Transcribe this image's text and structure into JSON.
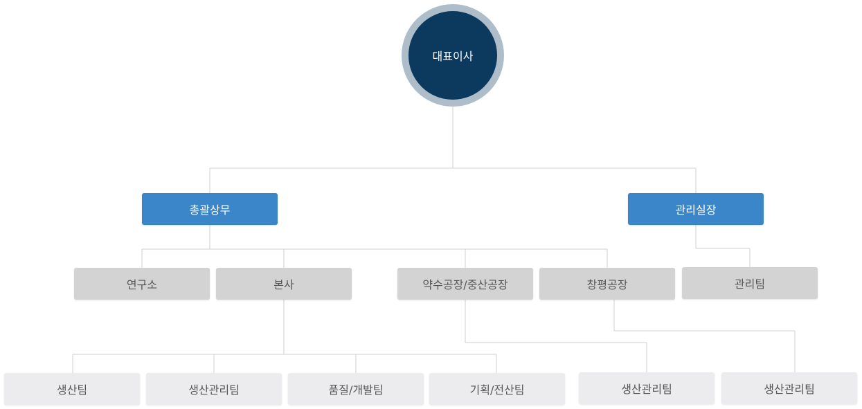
{
  "chart": {
    "root": "대표이사",
    "level1": {
      "general": "총괄상무",
      "management": "관리실장"
    },
    "level2": {
      "lab": "연구소",
      "hq": "본사",
      "yaksu": "약수공장/중산공장",
      "changpyeong": "창평공장",
      "admin": "관리팀"
    },
    "level3": {
      "hq_production": "생산팀",
      "hq_production_mgmt": "생산관리팀",
      "hq_quality": "품질/개발팀",
      "hq_planning": "기획/전산팀",
      "yaksu_production_mgmt": "생산관리팀",
      "changpyeong_production_mgmt": "생산관리팀"
    }
  },
  "colors": {
    "root_fill": "#0b3a5e",
    "root_ring": "#aebdca",
    "level1_fill": "#3a86c8",
    "level2_fill": "#d3d3d3",
    "level3_fill": "#ececee",
    "connector": "#cfcfcf"
  }
}
